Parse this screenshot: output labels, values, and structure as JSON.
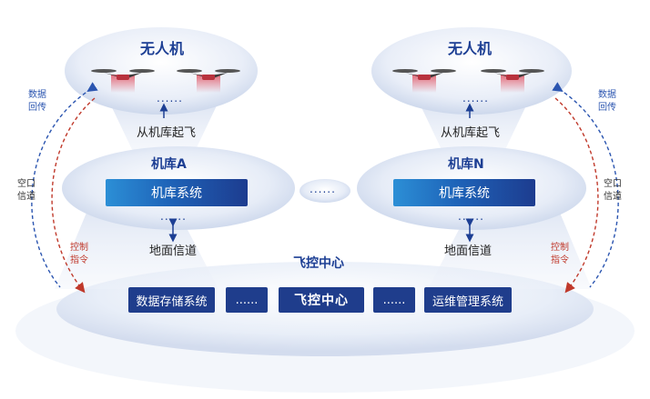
{
  "top_left": {
    "title": "无人机",
    "dots": "......",
    "caption": "从机库起飞"
  },
  "top_right": {
    "title": "无人机",
    "dots": "......",
    "caption": "从机库起飞"
  },
  "hangar_left": {
    "title": "机库A",
    "system": "机库系统",
    "dots": "......",
    "channel": "地面信道"
  },
  "hangar_right": {
    "title": "机库N",
    "system": "机库系统",
    "dots": "......",
    "channel": "地面信道"
  },
  "middle_dots": "......",
  "center": {
    "title": "飞控中心",
    "modules": [
      "数据存储系统",
      "......",
      "飞控中心",
      "......",
      "运维管理系统"
    ]
  },
  "side_left": {
    "data_return": "数据回传",
    "air_channel": "空口信道",
    "control_cmd": "控制指令"
  },
  "side_right": {
    "data_return": "数据回传",
    "air_channel": "空口信道",
    "control_cmd": "控制指令"
  },
  "colors": {
    "navy": "#1f3d8c",
    "title_blue": "#1d3f94",
    "dash_blue": "#2b55b0",
    "dash_red": "#c0392b",
    "ellipse_fill": "#dfe7f4"
  }
}
